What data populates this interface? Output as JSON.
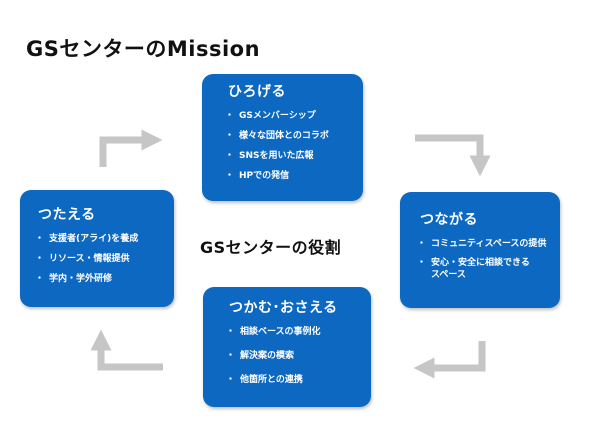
{
  "title": "GSセンターのMission",
  "center_label": "GSセンターの役割",
  "boxes": {
    "hirogeru": {
      "title": "ひろげる",
      "items": [
        "GSメンバーシップ",
        "様々な団体とのコラボ",
        "SNSを用いた広報",
        "HPでの発信"
      ]
    },
    "tsunagaru": {
      "title": "つながる",
      "items": [
        "コミュニティスペースの提供",
        "安心・安全に相談できる スペース"
      ]
    },
    "tsukamu": {
      "title": "つかむ･おさえる",
      "items": [
        "相談ベースの事例化",
        "解決案の模索",
        "他箇所との連携"
      ]
    },
    "tsutaeru": {
      "title": "つたえる",
      "items": [
        "支援者(アライ)を養成",
        "リソース・情報提供",
        "学内・学外研修"
      ]
    }
  },
  "colors": {
    "box": "#0d68c1",
    "arrow": "#c6c6c6",
    "text": "#111111"
  }
}
